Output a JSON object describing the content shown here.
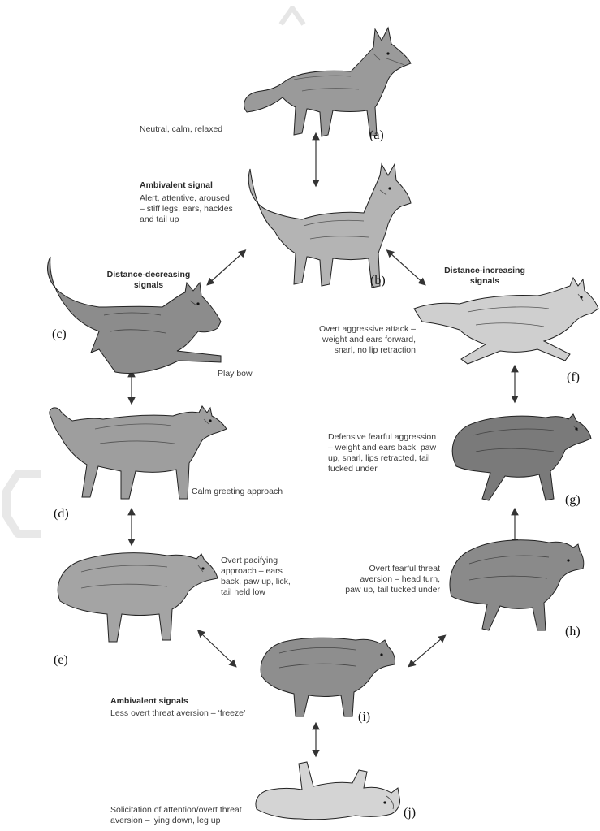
{
  "colors": {
    "ink": "#222222",
    "fur_dark": "#5a5a5a",
    "fur_mid": "#8f8f8f",
    "fur_light": "#cfcfcf",
    "arrow": "#333333",
    "watermark": "#e6e6e6"
  },
  "labels": {
    "a": "(a)",
    "b": "(b)",
    "c": "(c)",
    "d": "(d)",
    "e": "(e)",
    "f": "(f)",
    "g": "(g)",
    "h": "(h)",
    "i": "(i)",
    "j": "(j)"
  },
  "captions": {
    "neutral": "Neutral, calm, relaxed",
    "ambivalent_signal_title": "Ambivalent signal",
    "ambivalent_signal_desc": "Alert, attentive, aroused\n– stiff legs, ears, hackles\nand tail up",
    "distance_decreasing": "Distance-decreasing\nsignals",
    "distance_increasing": "Distance-increasing\nsignals",
    "play_bow": "Play bow",
    "overt_aggressive_attack": "Overt aggressive attack –\nweight and ears forward,\nsnarl, no lip retraction",
    "calm_greeting": "Calm greeting approach",
    "defensive_fearful": "Defensive fearful aggression\n– weight and ears back, paw\nup, snarl, lips retracted, tail\ntucked under",
    "overt_pacifying": "Overt pacifying\napproach – ears\nback, paw up, lick,\ntail held low",
    "overt_fearful_threat": "Overt fearful threat\naversion – head turn,\npaw up, tail tucked under",
    "ambivalent_signals_title": "Ambivalent signals",
    "less_overt": "Less overt threat aversion – ‘freeze’",
    "solicitation": "Solicitation of attention/overt threat\naversion – lying down, leg up"
  },
  "illustrations": [
    {
      "id": "a",
      "icon": "dog-standing-neutral-icon"
    },
    {
      "id": "b",
      "icon": "dog-standing-alert-icon"
    },
    {
      "id": "c",
      "icon": "dog-play-bow-icon"
    },
    {
      "id": "d",
      "icon": "dog-calm-approach-icon"
    },
    {
      "id": "e",
      "icon": "dog-pacifying-icon"
    },
    {
      "id": "f",
      "icon": "dog-attack-lunge-icon"
    },
    {
      "id": "g",
      "icon": "dog-defensive-aggression-icon"
    },
    {
      "id": "h",
      "icon": "dog-fearful-aversion-icon"
    },
    {
      "id": "i",
      "icon": "dog-freeze-icon"
    },
    {
      "id": "j",
      "icon": "dog-lying-on-back-icon"
    }
  ]
}
